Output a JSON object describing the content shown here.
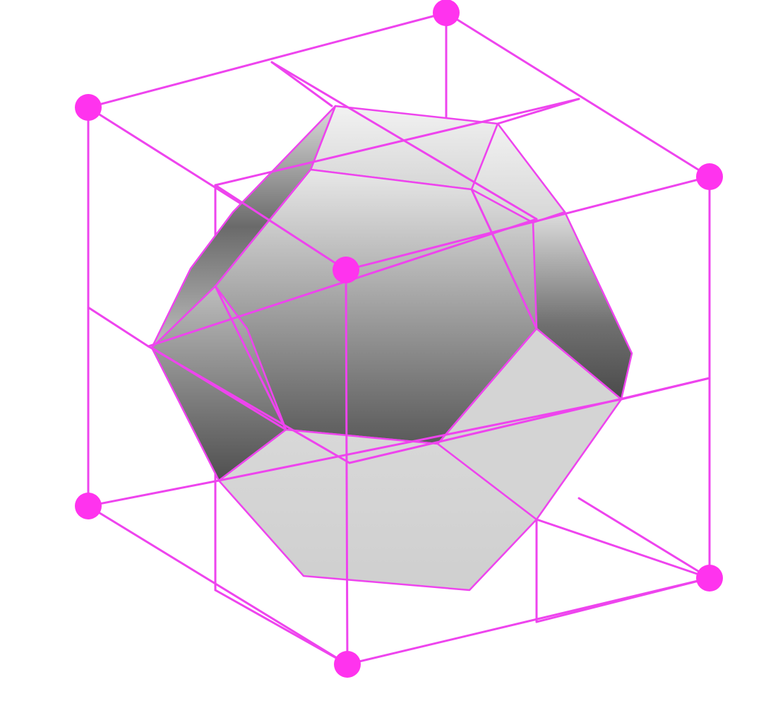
{
  "figure": {
    "description_kind": "crystal-structure-diagram",
    "colors": {
      "accent": "#ee44ee",
      "vertex": "#ff33ee",
      "face_light": "#e6e6e6",
      "face_mid": "#b8b8b8",
      "face_dark": "#5e5e5e",
      "background": "#ffffff"
    },
    "elements": {
      "cube_vertex_count": 8,
      "polyhedron": "truncated-octahedron"
    }
  }
}
